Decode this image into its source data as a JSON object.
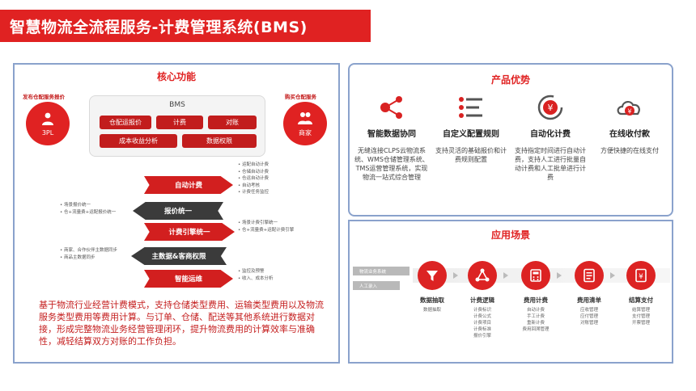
{
  "header": {
    "title": "智慧物流全流程服务-计费管理系统(BMS)"
  },
  "core": {
    "title": "核心功能",
    "left_circle": {
      "caption": "发布仓配服务报价",
      "label": "3PL"
    },
    "right_circle": {
      "caption": "购买仓配服务",
      "label": "商家"
    },
    "bms": {
      "label": "BMS",
      "items": [
        "仓配运报价",
        "计费",
        "对账",
        "成本收益分析",
        "数据权限"
      ]
    },
    "arrows": {
      "auto_billing": "自动计费",
      "quote_unify": "报价统一",
      "billing_engine": "计费引擎统一",
      "subject_permission": "主数据&客商权限",
      "smart_ops": "智能运维"
    },
    "bullets": {
      "auto_billing": [
        "运配自动计费",
        "仓储自动计费",
        "仓运自动计费",
        "自动考核",
        "计费任务监控"
      ],
      "quote_unify": [
        "场景报价统一",
        "仓+流量费+运配报价统一"
      ],
      "billing_engine": [
        "场景计费引擎统一",
        "仓+流量费+运配计费引擎"
      ],
      "subject_permission": [
        "商家、合作伙伴主数据同步",
        "商品主数据同步"
      ],
      "smart_ops": [
        "监控及预警",
        "收入、成本分析"
      ]
    },
    "description": "基于物流行业经营计费模式，支持仓储类型费用、运输类型费用以及物流服务类型费用等费用计算。与订单、仓储、配送等其他系统进行数据对接，形成完整物流业务经营管理闭环，提升物流费用的计算效率与准确性，减轻结算双方对账的工作负担。"
  },
  "advantages": {
    "title": "产品优势",
    "items": [
      {
        "icon": "share-network-icon",
        "title": "智能数据协同",
        "desc": "无缝连接CLPS云物流系统、WMS仓储管理系统、TMS运营管理系统，实现物流一站式综合管理"
      },
      {
        "icon": "rules-list-icon",
        "title": "自定义配置规则",
        "desc": "支持灵活的基础报价和计费规则配置"
      },
      {
        "icon": "yen-cycle-icon",
        "title": "自动化计费",
        "desc": "支持指定时间进行自动计费，支持人工进行批量自动计费和人工批单进行计费"
      },
      {
        "icon": "yen-cloud-icon",
        "title": "在线收付款",
        "desc": "方便快捷的在线支付"
      }
    ]
  },
  "scenarios": {
    "title": "应用场景",
    "bars": [
      "物流业务系统",
      "人工录入"
    ],
    "steps": [
      {
        "icon": "funnel-icon",
        "label": "数据抽取",
        "subs": [
          "数据抽取"
        ]
      },
      {
        "icon": "logic-network-icon",
        "label": "计费逻辑",
        "subs": [
          "计费标识",
          "计费公式",
          "计费项目",
          "计费标准",
          "报价引擎"
        ]
      },
      {
        "icon": "calculator-icon",
        "label": "费用计费",
        "subs": [
          "自动计费",
          "手工计费",
          "重新计费",
          "费用回溯管理"
        ]
      },
      {
        "icon": "document-list-icon",
        "label": "费用清单",
        "subs": [
          "应收管理",
          "应付管理",
          "对账管理"
        ]
      },
      {
        "icon": "yen-document-icon",
        "label": "结算支付",
        "subs": [
          "结算管理",
          "支付管理",
          "开票管理"
        ]
      }
    ]
  },
  "colors": {
    "brand_red": "#e02222",
    "panel_border": "#8aa2cc",
    "dark_arrow": "#3b3b3b"
  }
}
